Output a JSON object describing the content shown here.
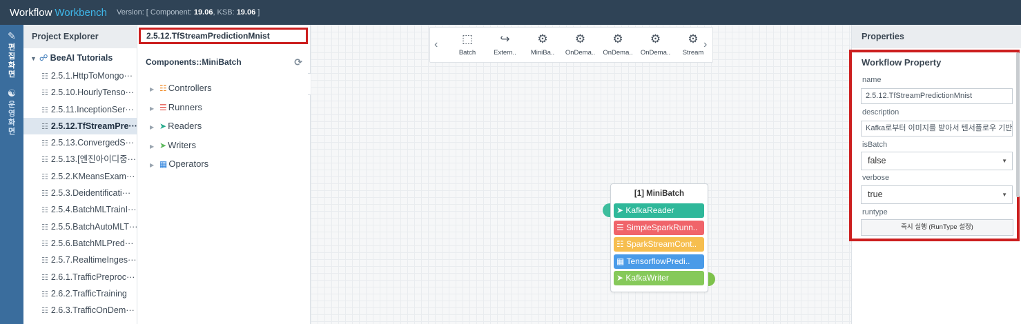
{
  "header": {
    "brand_primary": "Workflow",
    "brand_accent": "Workbench",
    "version_prefix": "Version: [ Component: ",
    "component_version": "19.06",
    "ksb_prefix": ", KSB: ",
    "ksb_version": "19.06",
    "version_suffix": " ]"
  },
  "leftnav": {
    "edit_icon": "edit-icon",
    "edit_label": [
      "편",
      "집",
      "화",
      "면"
    ],
    "ops_icon": "network-icon",
    "ops_label": [
      "운",
      "영",
      "화",
      "면"
    ]
  },
  "explorer": {
    "title": "Project Explorer",
    "root": "BeeAI Tutorials",
    "items": [
      {
        "label": "2.5.1.HttpToMongo···"
      },
      {
        "label": "2.5.10.HourlyTenso···"
      },
      {
        "label": "2.5.11.InceptionSer···"
      },
      {
        "label": "2.5.12.TfStreamPre···"
      },
      {
        "label": "2.5.13.ConvergedS···"
      },
      {
        "label": "2.5.13.[엔진아이디중···"
      },
      {
        "label": "2.5.2.KMeansExam···"
      },
      {
        "label": "2.5.3.Deidentificati···"
      },
      {
        "label": "2.5.4.BatchMLTrainI···"
      },
      {
        "label": "2.5.5.BatchAutoMLT···"
      },
      {
        "label": "2.5.6.BatchMLPred···"
      },
      {
        "label": "2.5.7.RealtimeInges···"
      },
      {
        "label": "2.6.1.TrafficPreproc···"
      },
      {
        "label": "2.6.2.TrafficTraining"
      },
      {
        "label": "2.6.3.TrafficOnDem···"
      }
    ],
    "selected_index": 3
  },
  "workflow_name_tab": "2.5.12.TfStreamPredictionMnist",
  "components": {
    "title": "Components::MiniBatch",
    "categories": [
      {
        "label": "Controllers",
        "icon": "controller-icon",
        "color": "#f08a24"
      },
      {
        "label": "Runners",
        "icon": "runner-icon",
        "color": "#e2453c"
      },
      {
        "label": "Readers",
        "icon": "reader-icon",
        "color": "#23a98a"
      },
      {
        "label": "Writers",
        "icon": "writer-icon",
        "color": "#5cb85c"
      },
      {
        "label": "Operators",
        "icon": "operator-icon",
        "color": "#2e83dd"
      }
    ]
  },
  "toolbar": {
    "items": [
      {
        "label": "Batch",
        "icon": "layers-icon"
      },
      {
        "label": "Extern..",
        "icon": "external-icon"
      },
      {
        "label": "MiniBa..",
        "icon": "gears-icon"
      },
      {
        "label": "OnDema..",
        "icon": "gears-icon"
      },
      {
        "label": "OnDema..",
        "icon": "gears-icon"
      },
      {
        "label": "OnDema..",
        "icon": "hand-gear-icon"
      },
      {
        "label": "Stream",
        "icon": "gears-icon"
      }
    ]
  },
  "node": {
    "title": "[1] MiniBatch",
    "components": [
      {
        "label": "KafkaReader",
        "icon": "reader-icon",
        "color": "#2fb89a"
      },
      {
        "label": "SimpleSparkRunn..",
        "icon": "runner-icon",
        "color": "#f0646a"
      },
      {
        "label": "SparkStreamCont..",
        "icon": "controller-icon",
        "color": "#f6be4f"
      },
      {
        "label": "TensorflowPredi..",
        "icon": "operator-icon",
        "color": "#4a9be8"
      },
      {
        "label": "KafkaWriter",
        "icon": "writer-icon",
        "color": "#86c95a"
      }
    ]
  },
  "properties": {
    "title": "Properties",
    "section_title": "Workflow Property",
    "name_label": "name",
    "name_value": "2.5.12.TfStreamPredictionMnist",
    "description_label": "description",
    "description_value": "Kafka로부터 이미지를 받아서 텐서플로우 기반 M",
    "isbatch_label": "isBatch",
    "isbatch_value": "false",
    "verbose_label": "verbose",
    "verbose_value": "true",
    "runtype_label": "runtype",
    "runtype_button": "즉시 실행 (RunType 설정)"
  }
}
